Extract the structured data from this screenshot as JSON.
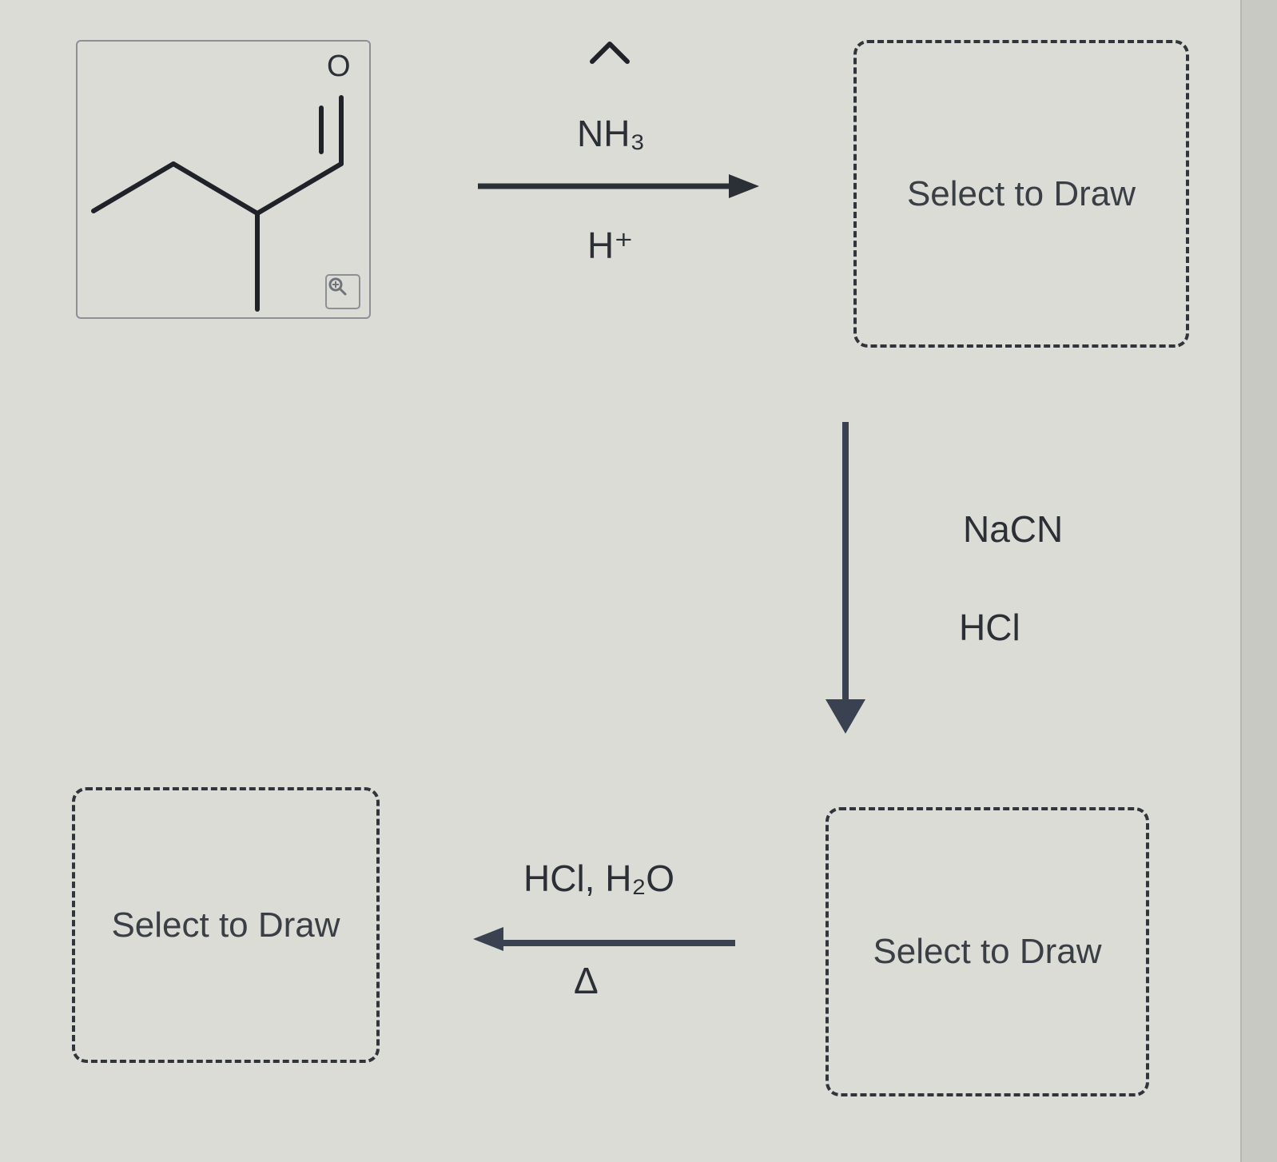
{
  "starting_material": {
    "atom_label": "O"
  },
  "reagent_chevron": "^",
  "steps": [
    {
      "reagents_above": "NH₃",
      "reagents_below": "H⁺"
    },
    {
      "reagents_above": "NaCN",
      "reagents_below": "HCl"
    },
    {
      "reagents_above": "HCl, H₂O",
      "reagents_below": "Δ"
    }
  ],
  "draw_boxes": [
    {
      "label": "Select to Draw"
    },
    {
      "label": "Select to Draw"
    },
    {
      "label": "Select to Draw"
    }
  ],
  "icons": {
    "zoom": "zoom-icon",
    "expand": "chevron-up-icon"
  }
}
